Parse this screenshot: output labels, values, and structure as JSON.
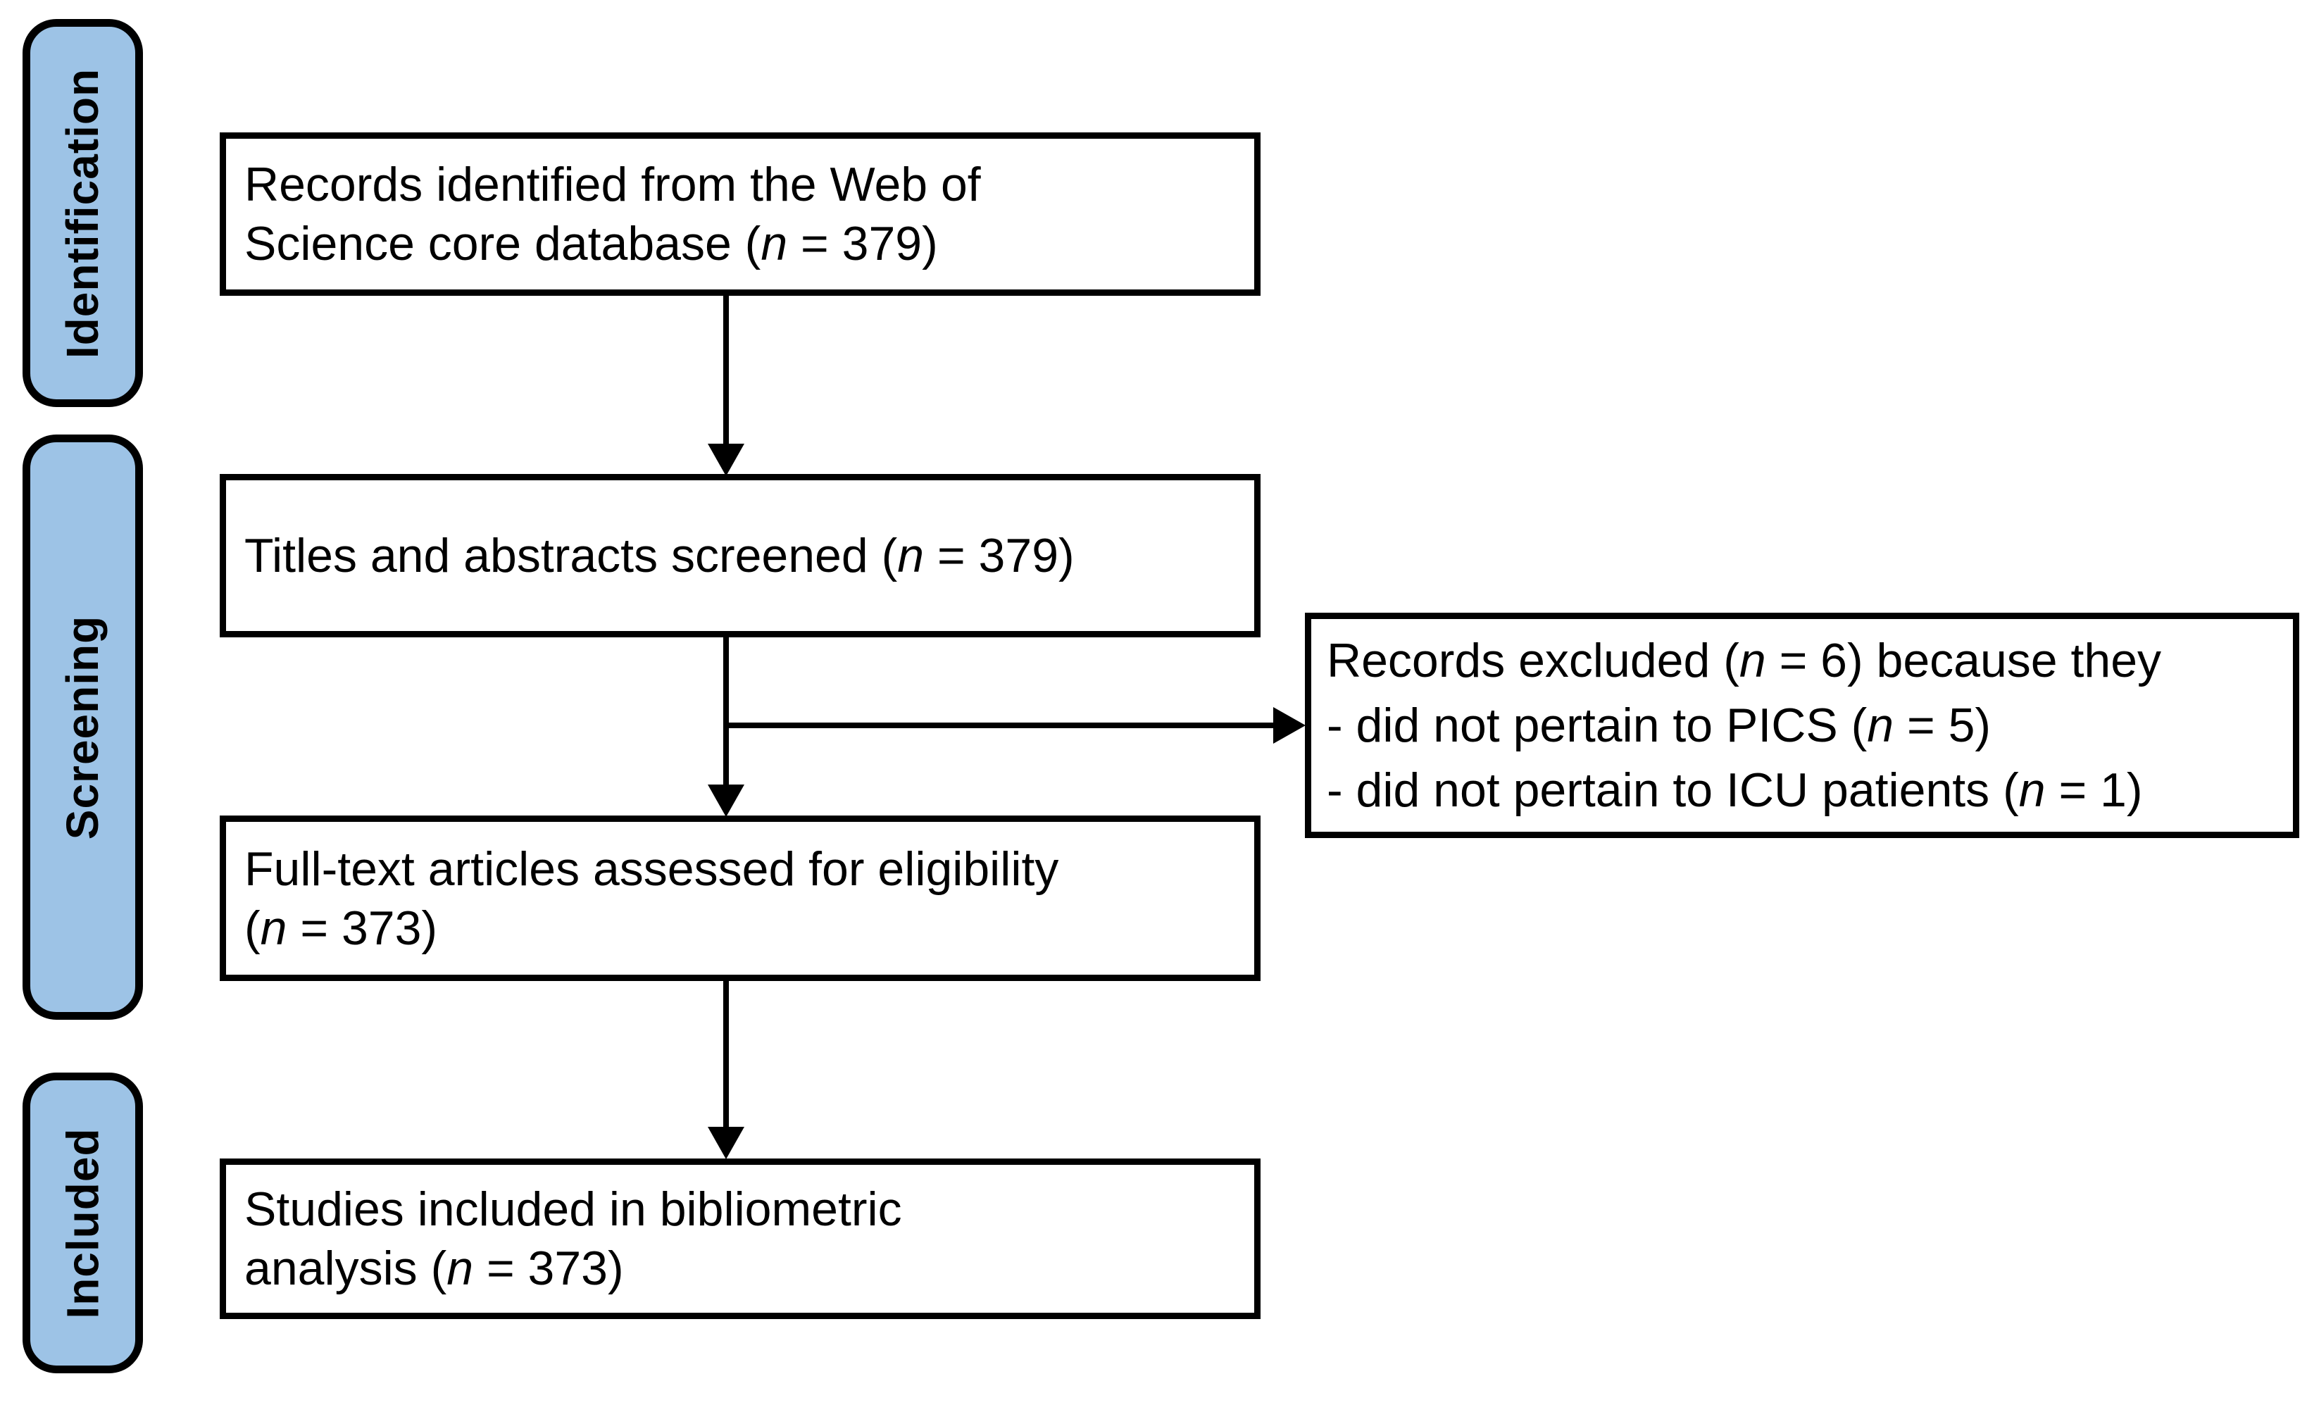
{
  "colors": {
    "stage_fill": "#9DC3E6",
    "stage_border": "#000000",
    "box_border": "#000000",
    "arrow_color": "#000000",
    "background": "#FFFFFF"
  },
  "stages": [
    {
      "label": "Identification"
    },
    {
      "label": "Screening"
    },
    {
      "label": "Included"
    }
  ],
  "boxes": {
    "records_identified": {
      "line1": "Records identified from the Web of",
      "line2_pre": "Science core database (",
      "line2_n": "n",
      "line2_post": " = 379)"
    },
    "titles_screened": {
      "line1_pre": "Titles and abstracts screened (",
      "line1_n": "n",
      "line1_post": " = 379)"
    },
    "records_excluded": {
      "line1_pre": "Records excluded (",
      "line1_n": "n",
      "line1_post": " = 6) because they",
      "line2_pre": "- did not pertain to PICS (",
      "line2_n": "n",
      "line2_post": " = 5)",
      "line3_pre": "- did not pertain to ICU patients (",
      "line3_n": "n",
      "line3_post": " = 1)"
    },
    "fulltext_assessed": {
      "line1": "Full-text articles assessed for eligibility",
      "line2_pre": "(",
      "line2_n": "n",
      "line2_post": " = 373)"
    },
    "studies_included": {
      "line1": "Studies included in bibliometric",
      "line2_pre": "analysis (",
      "line2_n": "n",
      "line2_post": " = 373)"
    }
  }
}
